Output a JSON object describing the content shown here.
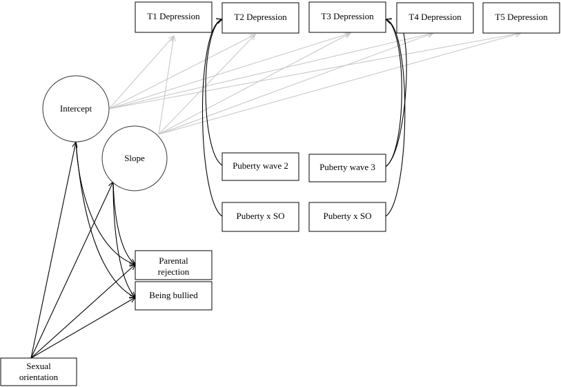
{
  "nodes": {
    "t1": {
      "label": "T1 Depression"
    },
    "t2": {
      "label": "T2 Depression"
    },
    "t3": {
      "label": "T3 Depression"
    },
    "t4": {
      "label": "T4 Depression"
    },
    "t5": {
      "label": "T5 Depression"
    },
    "intercept": {
      "label": "Intercept"
    },
    "slope": {
      "label": "Slope"
    },
    "puberty_w2": {
      "label": "Puberty wave 2"
    },
    "puberty_w3": {
      "label": "Puberty wave 3"
    },
    "puberty_so_1": {
      "label": "Puberty x SO"
    },
    "puberty_so_2": {
      "label": "Puberty x SO"
    },
    "parental_rejection": {
      "label_line1": "Parental",
      "label_line2": "rejection"
    },
    "being_bullied": {
      "label": "Being bullied"
    },
    "sexual_orientation": {
      "label_line1": "Sexual",
      "label_line2": "orientation"
    }
  },
  "colors": {
    "growth_paths": "#c8c8c8",
    "structural_paths": "#000000"
  }
}
